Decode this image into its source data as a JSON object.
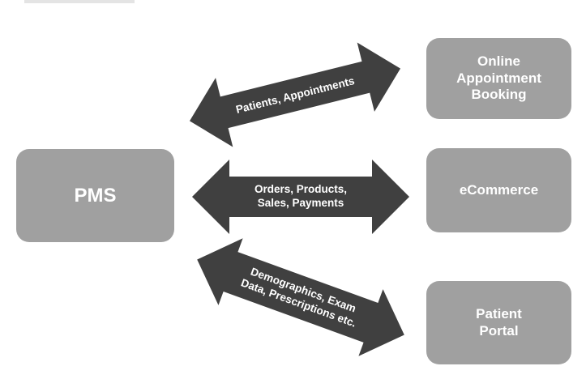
{
  "diagram": {
    "colors": {
      "box_fill": "#a0a0a0",
      "arrow_fill": "#404040",
      "text": "#ffffff"
    },
    "central_box": {
      "label": "PMS"
    },
    "boxes": [
      {
        "id": "online",
        "label": "Online\nAppointment\nBooking"
      },
      {
        "id": "ecom",
        "label": "eCommerce"
      },
      {
        "id": "portal",
        "label": "Patient\nPortal"
      }
    ],
    "arrows": [
      {
        "lines": [
          "Patients, Appointments"
        ],
        "direction": "bidirectional"
      },
      {
        "lines": [
          "Orders, Products,",
          "Sales, Payments"
        ],
        "direction": "bidirectional"
      },
      {
        "lines": [
          "Demographics, Exam",
          "Data, Prescriptions etc."
        ],
        "direction": "bidirectional"
      }
    ]
  }
}
